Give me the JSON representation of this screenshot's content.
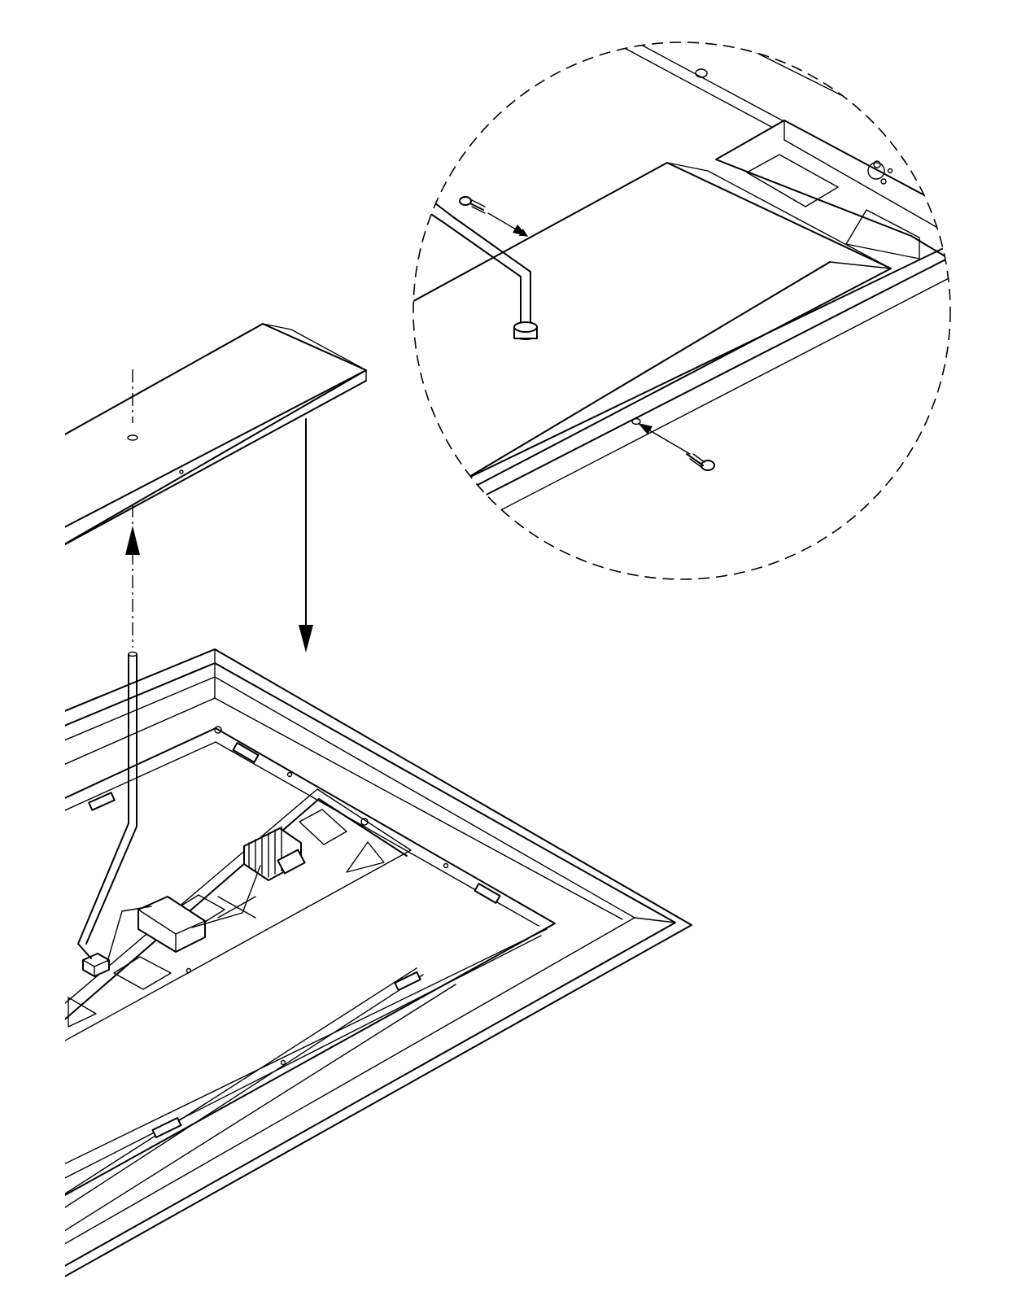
{
  "figure": {
    "kind": "isometric assembly instruction drawing",
    "background_color": "#ffffff",
    "line_color": "#000000",
    "components": [
      "cover-panel",
      "fixture-frame",
      "detail-magnifier-circle"
    ],
    "fasteners_in_detail": 2,
    "motion_arrows": 2
  }
}
